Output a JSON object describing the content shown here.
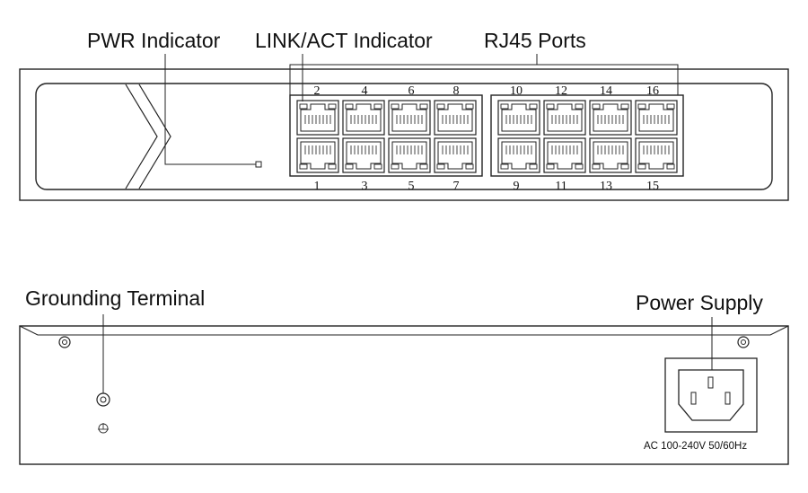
{
  "callouts": {
    "pwr_indicator": "PWR Indicator",
    "link_act_indicator": "LINK/ACT Indicator",
    "rj45_ports": "RJ45 Ports",
    "grounding_terminal": "Grounding Terminal",
    "power_supply": "Power Supply"
  },
  "front_panel": {
    "top_port_numbers": [
      "2",
      "4",
      "6",
      "8",
      "10",
      "12",
      "14",
      "16"
    ],
    "bottom_port_numbers": [
      "1",
      "3",
      "5",
      "7",
      "9",
      "11",
      "13",
      "15"
    ]
  },
  "rear_panel": {
    "power_rating": "AC 100-240V 50/60Hz",
    "ground_symbol": "ground-symbol-icon"
  }
}
